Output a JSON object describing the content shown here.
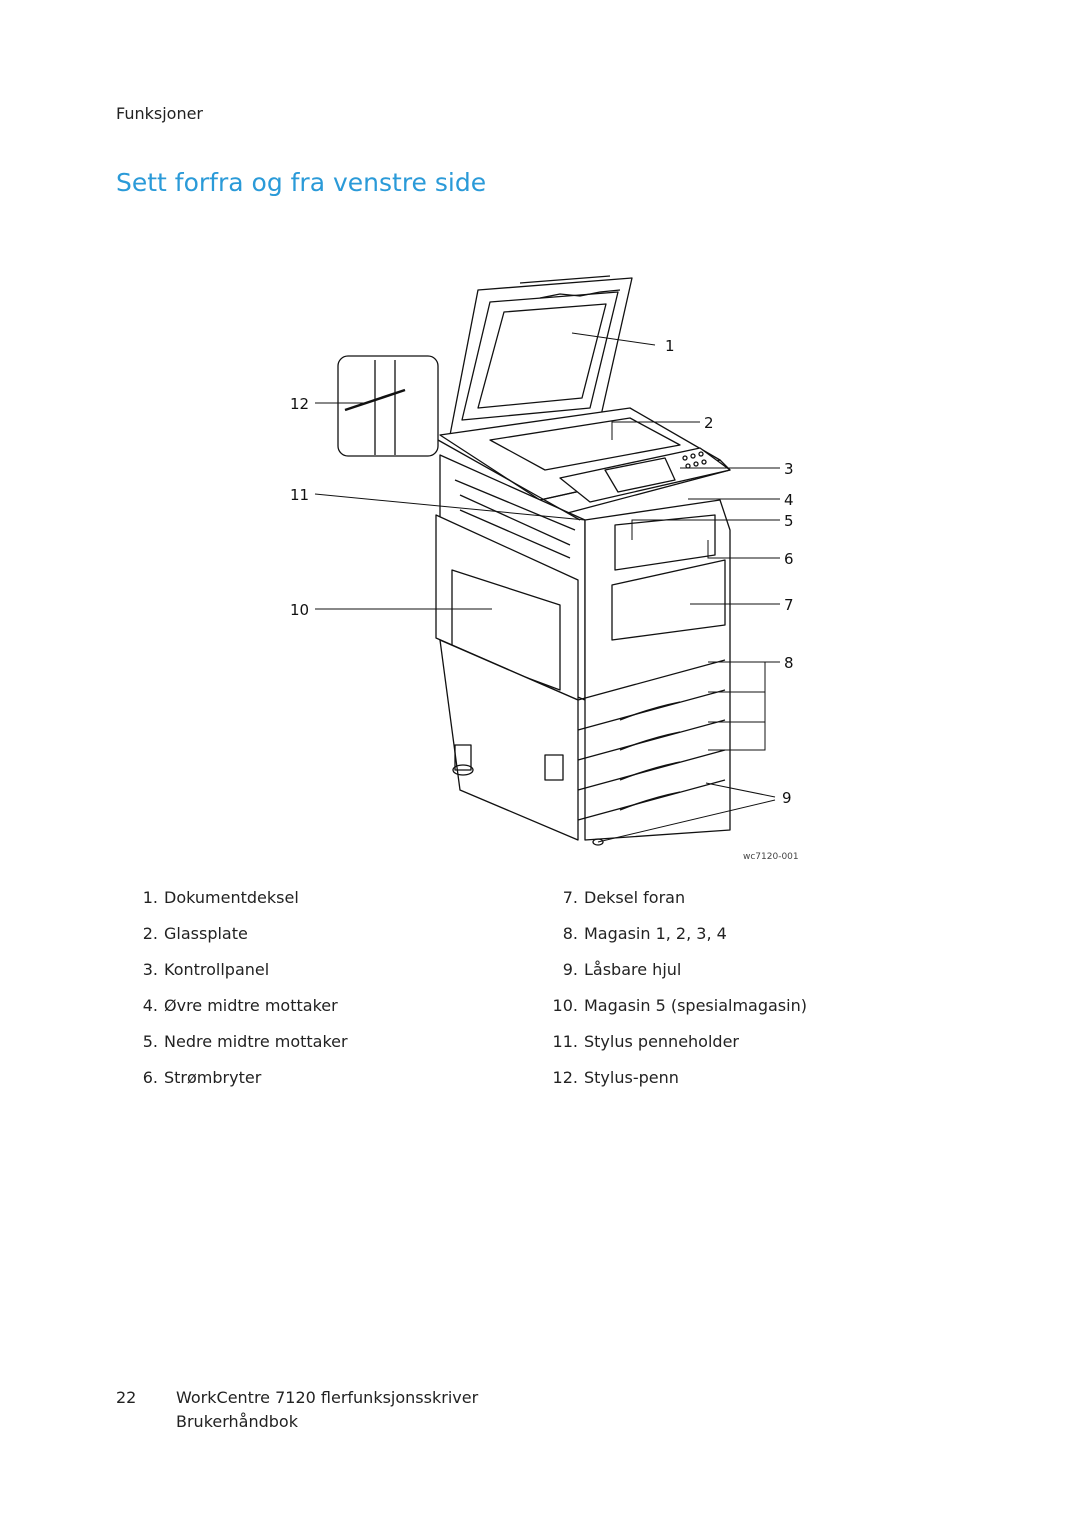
{
  "header": {
    "section": "Funksjoner"
  },
  "title": "Sett forfra og fra venstre side",
  "figure": {
    "id": "wc7120-001",
    "callouts": [
      "1",
      "2",
      "3",
      "4",
      "5",
      "6",
      "7",
      "8",
      "9",
      "10",
      "11",
      "12"
    ]
  },
  "legend": {
    "left": [
      {
        "num": "1.",
        "label": "Dokumentdeksel"
      },
      {
        "num": "2.",
        "label": "Glassplate"
      },
      {
        "num": "3.",
        "label": "Kontrollpanel"
      },
      {
        "num": "4.",
        "label": "Øvre midtre mottaker"
      },
      {
        "num": "5.",
        "label": "Nedre midtre mottaker"
      },
      {
        "num": "6.",
        "label": "Strømbryter"
      }
    ],
    "right": [
      {
        "num": "7.",
        "label": "Deksel foran"
      },
      {
        "num": "8.",
        "label": "Magasin 1, 2, 3, 4"
      },
      {
        "num": "9.",
        "label": "Låsbare hjul"
      },
      {
        "num": "10.",
        "label": "Magasin 5 (spesialmagasin)"
      },
      {
        "num": "11.",
        "label": "Stylus penneholder"
      },
      {
        "num": "12.",
        "label": "Stylus-penn"
      }
    ]
  },
  "footer": {
    "page_number": "22",
    "book_line1": "WorkCentre 7120 flerfunksjonsskriver",
    "book_line2": "Brukerhåndbok"
  }
}
